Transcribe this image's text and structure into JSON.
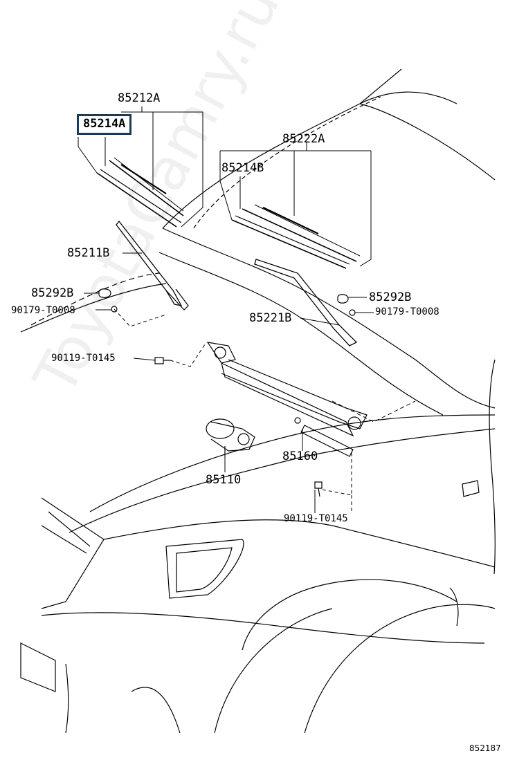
{
  "parts": {
    "p85212A": "85212A",
    "p85214A": "85214A",
    "p85222A": "85222A",
    "p85214B": "85214B",
    "p85211B": "85211B",
    "p85292B_left": "85292B",
    "p90179_left": "90179-T0008",
    "p85292B_right": "85292B",
    "p90179_right": "90179-T0008",
    "p85221B": "85221B",
    "p90119_upper": "90119-T0145",
    "p85160": "85160",
    "p85110": "85110",
    "p90119_lower": "90119-T0145"
  },
  "diagram_id": "852187",
  "watermark": "ToyotaCamry.ru",
  "colors": {
    "highlight_border": "#1b3a55",
    "line": "#000000"
  }
}
